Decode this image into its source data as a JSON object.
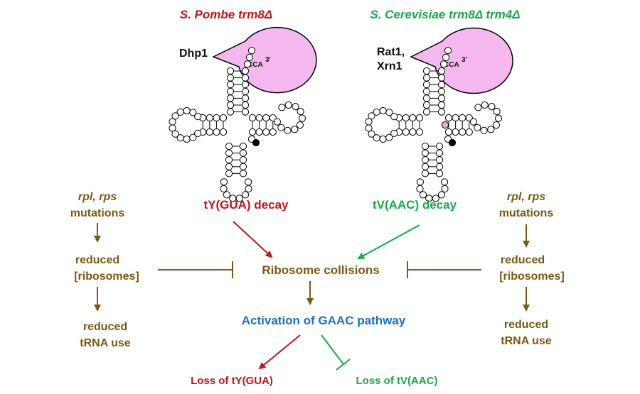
{
  "colors": {
    "red": "#c0161b",
    "green": "#19a84a",
    "brown": "#7a5a12",
    "blue": "#1f6fc4",
    "pink": "#f4b8ef",
    "modified_base": "#e6b8a6"
  },
  "left_panel": {
    "title": "S. Pombe trm8Δ",
    "enzyme": "Dhp1",
    "cca": "CCA",
    "three_prime": "3'",
    "decay": "tY(GUA) decay"
  },
  "right_panel": {
    "title": "S. Cerevisiae trm8Δ trm4Δ",
    "enzyme_line1": "Rat1,",
    "enzyme_line2": "Xrn1",
    "cca": "CCA",
    "three_prime": "3'",
    "decay": "tV(AAC) decay"
  },
  "left_pathway": {
    "mutations_line1": "rpl, rps",
    "mutations_line2": "mutations",
    "reduced_line1": "reduced",
    "reduced_line2": "[ribosomes]",
    "trna_line1": "reduced",
    "trna_line2": "tRNA use"
  },
  "right_pathway": {
    "mutations_line1": "rpl, rps",
    "mutations_line2": "mutations",
    "reduced_line1": "reduced",
    "reduced_line2": "[ribosomes]",
    "trna_line1": "reduced",
    "trna_line2": "tRNA use"
  },
  "center": {
    "collisions": "Ribosome collisions",
    "gaac": "Activation of GAAC pathway",
    "loss_left": "Loss of tY(GUA)",
    "loss_right": "Loss of tV(AAC)"
  }
}
